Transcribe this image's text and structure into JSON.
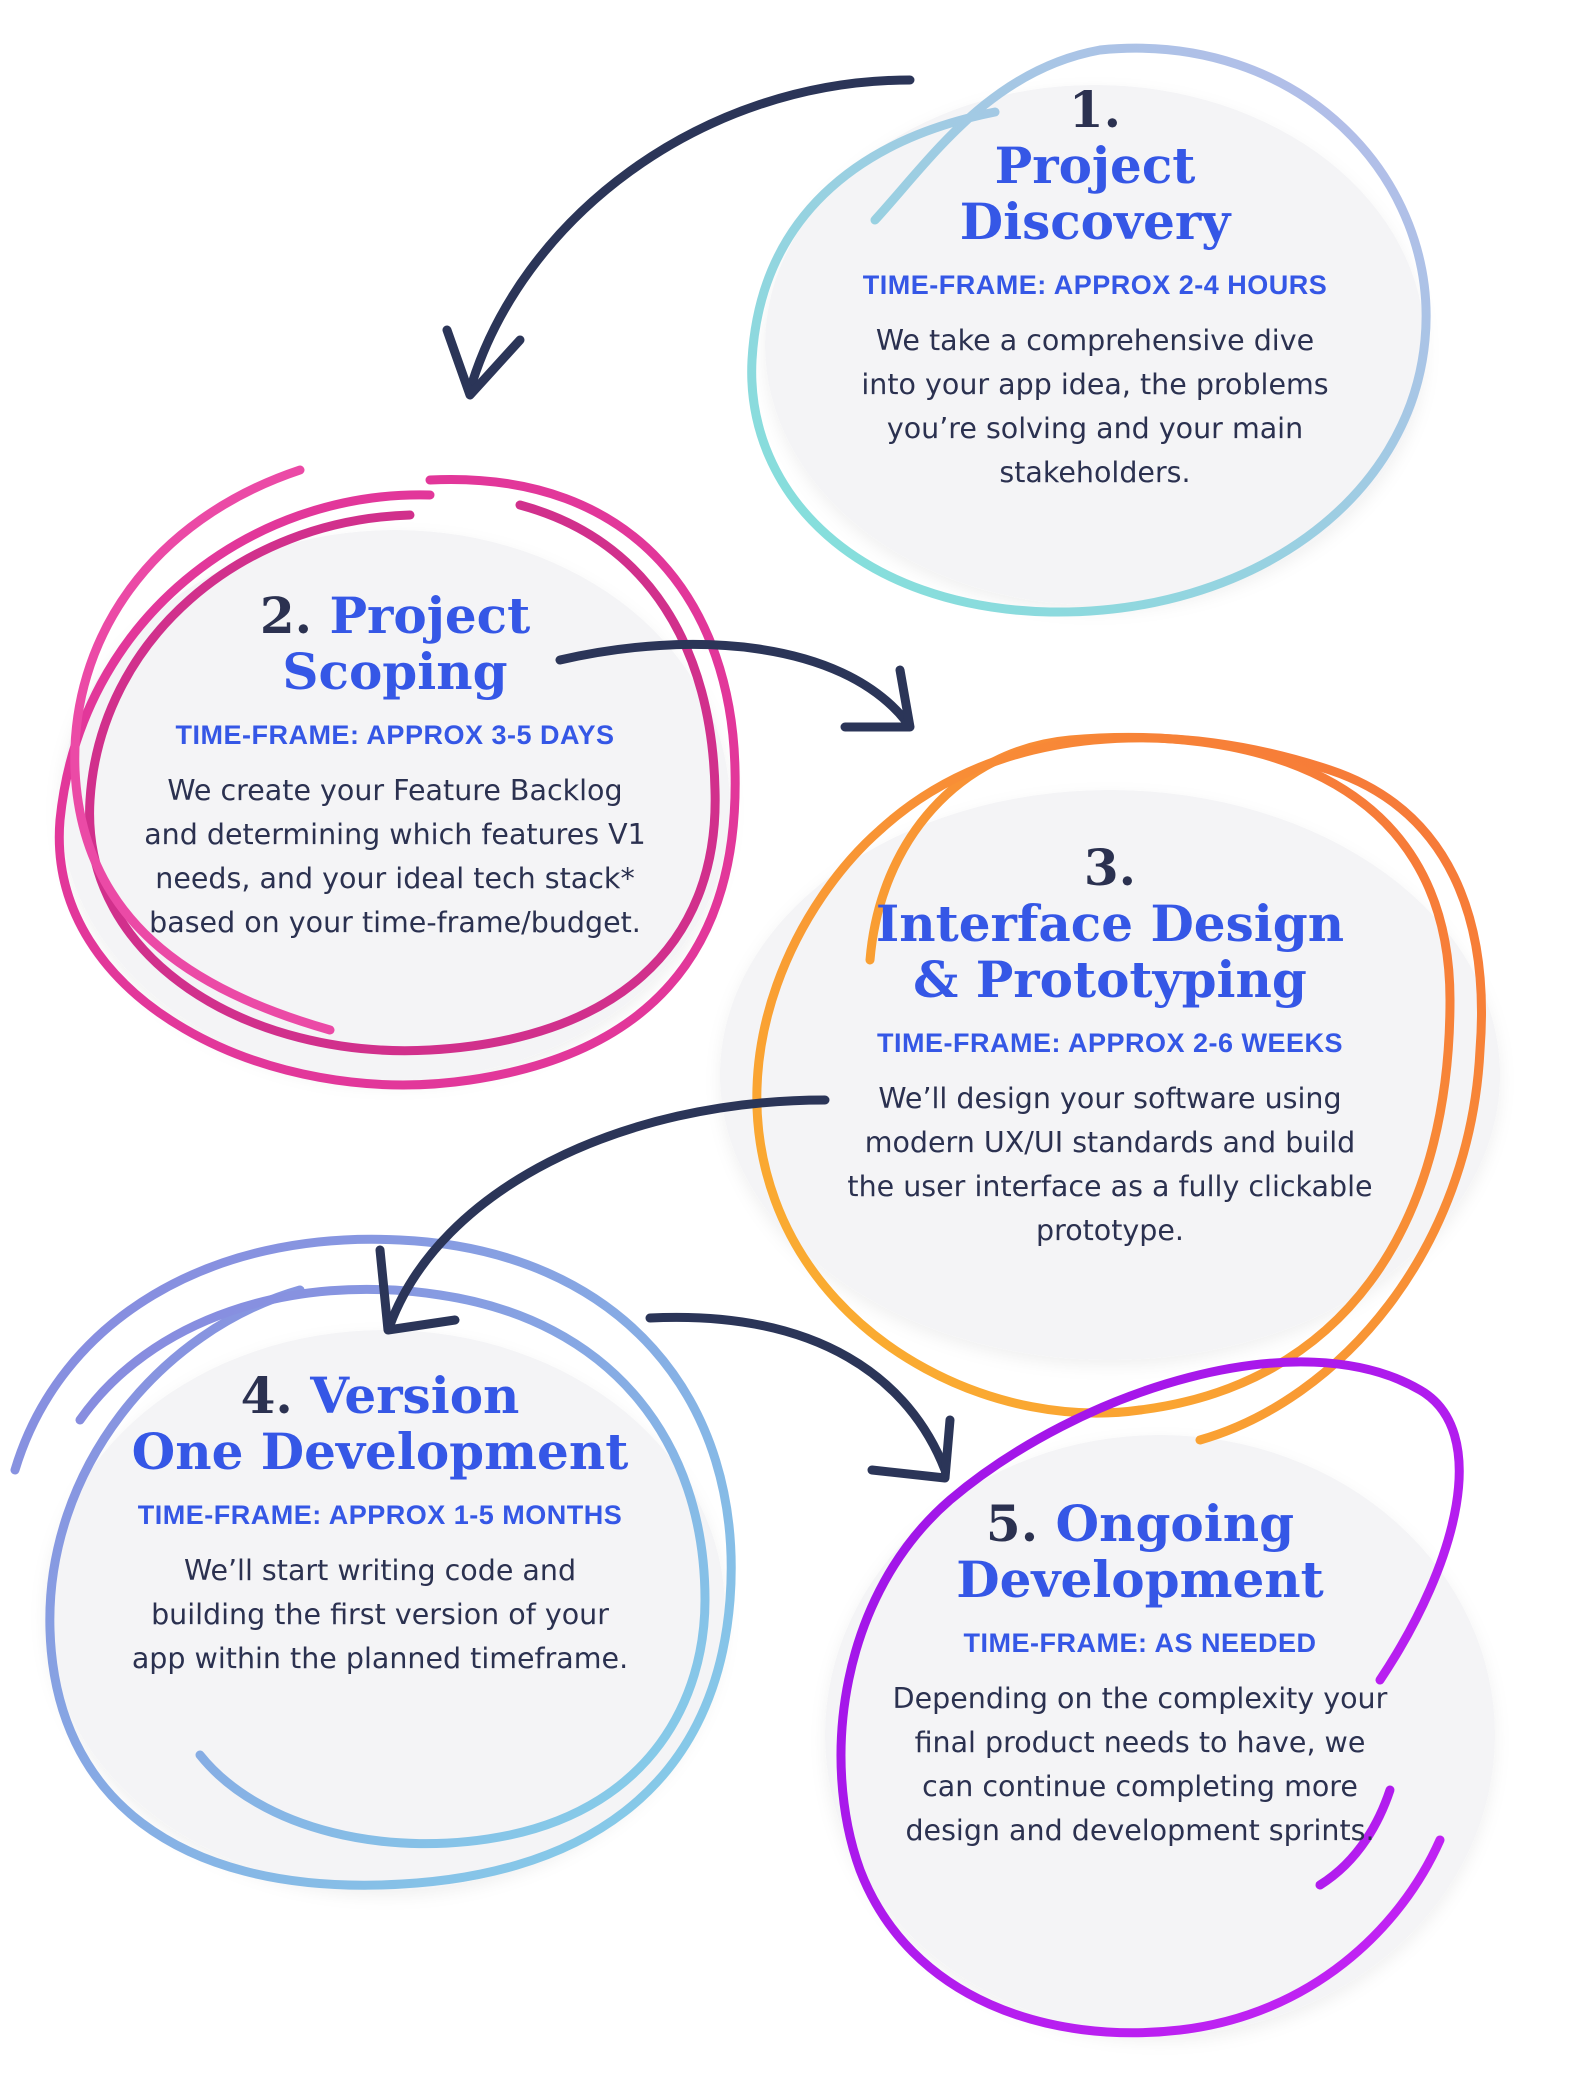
{
  "colors": {
    "navy": "#2b3150",
    "blue": "#3557e6",
    "step1_gradient": [
      "#7fe3da",
      "#b3bfea"
    ],
    "step2": "#e5358f",
    "step3_gradient": [
      "#f77a35",
      "#f9b231"
    ],
    "step4_gradient": [
      "#8a8fe0",
      "#87c9ea"
    ],
    "step5_gradient": [
      "#a30fe8",
      "#c323f5"
    ]
  },
  "steps": [
    {
      "number": "1.",
      "title_line1": "Project",
      "title_line2": "Discovery",
      "timeframe": "TIME-FRAME: APPROX 2-4 HOURS",
      "description": "We take a comprehensive dive into your app idea, the problems you’re solving and your main stakeholders."
    },
    {
      "number": "2.",
      "title_line1": "Project",
      "title_line2": "Scoping",
      "timeframe": "TIME-FRAME: APPROX 3-5 DAYS",
      "description": "We create your Feature Backlog and determining which features V1 needs, and your ideal tech stack* based on your time-frame/budget."
    },
    {
      "number": "3.",
      "title_line1": "Interface Design",
      "title_line2": "& Prototyping",
      "timeframe": "TIME-FRAME: APPROX 2-6 WEEKS",
      "description": "We’ll design your software using modern UX/UI standards and build the user interface as a fully clickable prototype."
    },
    {
      "number": "4.",
      "title_line1": "Version",
      "title_line2": "One Development",
      "timeframe": "TIME-FRAME: APPROX 1-5 MONTHS",
      "description": "We’ll start writing code and building the first version of your app within the planned timeframe."
    },
    {
      "number": "5.",
      "title_line1": "Ongoing",
      "title_line2": "Development",
      "timeframe": "TIME-FRAME: AS NEEDED",
      "description": "Depending on the complexity your final product needs to have, we can continue completing more design and development sprints."
    }
  ]
}
